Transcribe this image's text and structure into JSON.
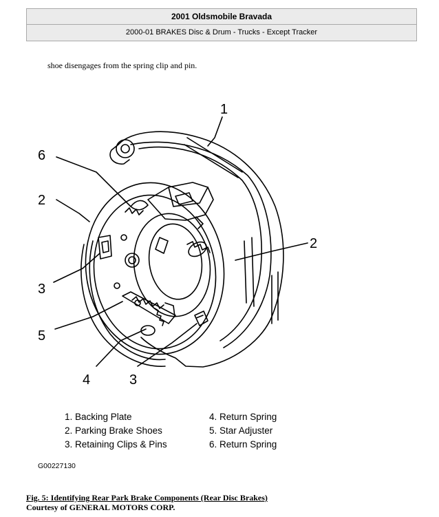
{
  "header": {
    "title": "2001 Oldsmobile Bravada",
    "subtitle": "2000-01 BRAKES Disc & Drum - Trucks - Except Tracker"
  },
  "body_text": "shoe disengages from the spring clip and pin.",
  "figure": {
    "callouts": {
      "c1": "1",
      "c6": "6",
      "c2_left": "2",
      "c2_right": "2",
      "c3_left": "3",
      "c5": "5",
      "c4": "4",
      "c3_bottom": "3"
    },
    "legend": [
      "1. Backing Plate",
      "2. Parking Brake Shoes",
      "3. Retaining Clips & Pins",
      "4. Return Spring",
      "5. Star Adjuster",
      "6. Return Spring"
    ],
    "figure_id": "G00227130"
  },
  "caption": {
    "title": "Fig. 5: Identifying Rear Park Brake Components (Rear Disc Brakes)",
    "courtesy": "Courtesy of GENERAL MOTORS CORP."
  }
}
